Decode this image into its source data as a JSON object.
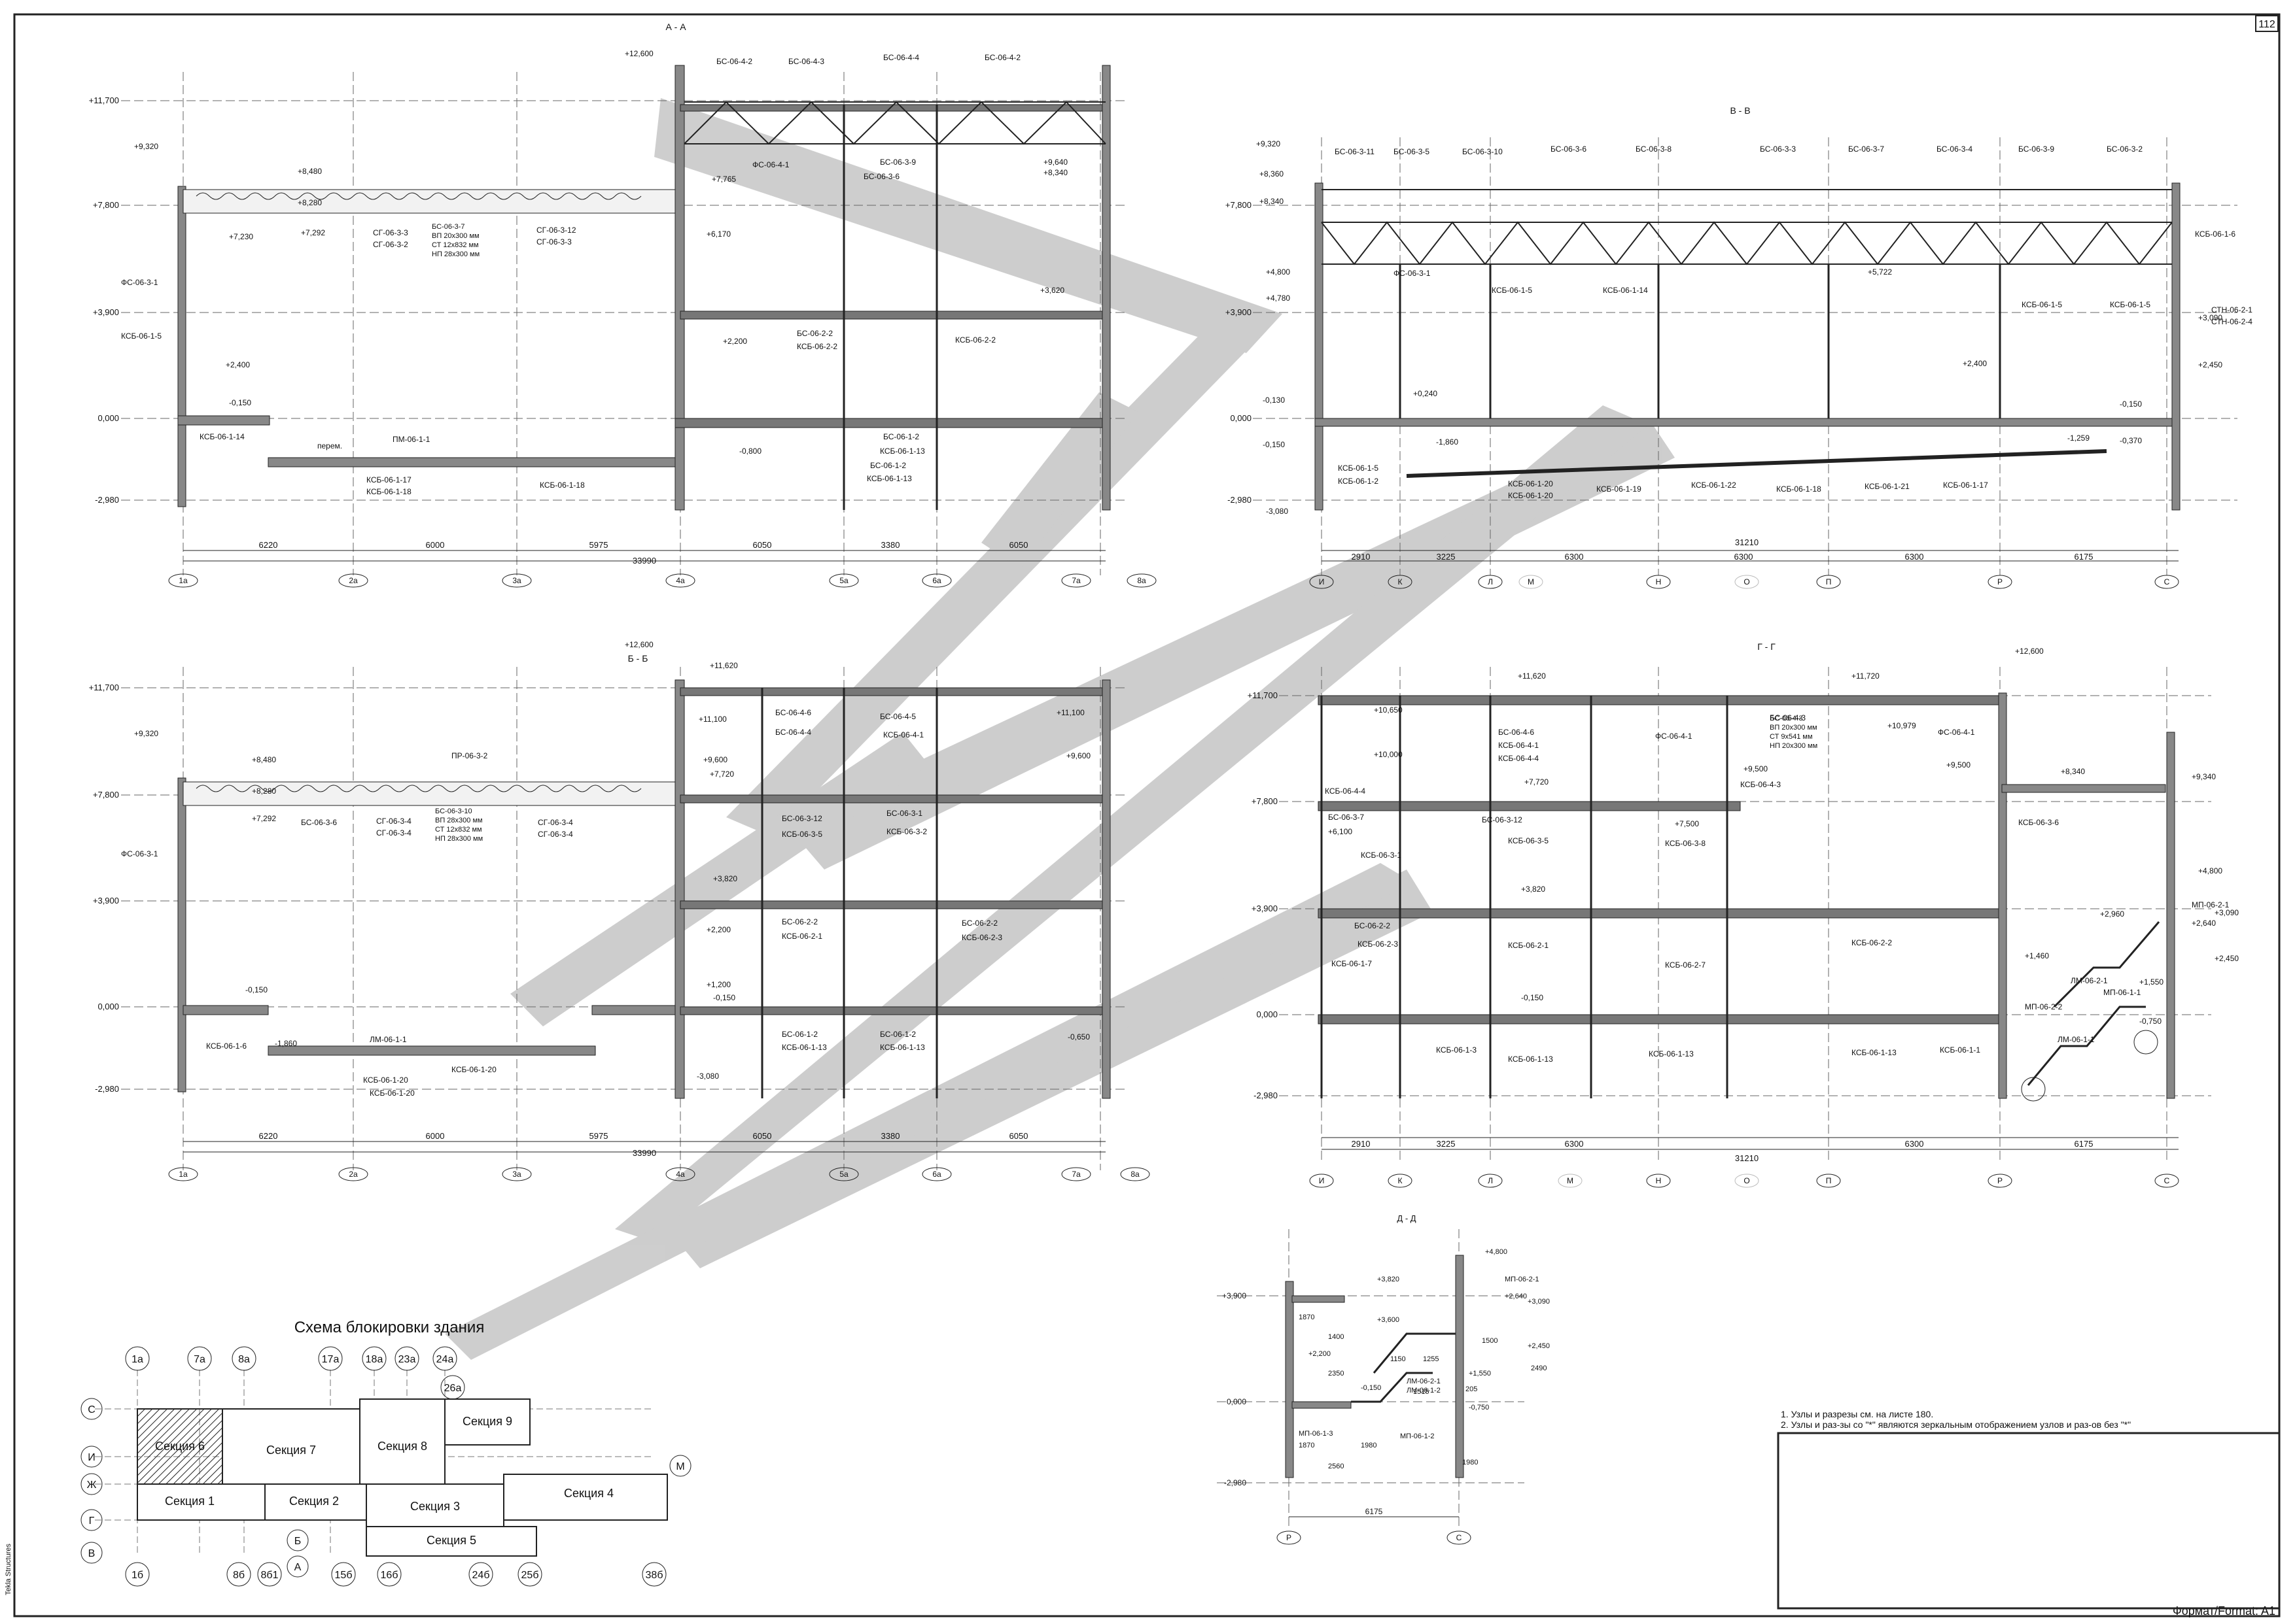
{
  "sheet": {
    "page_number": "112",
    "format_label": "Формат/Format: A1",
    "software_label": "Tekla Structures"
  },
  "sections": {
    "aa": {
      "title": "А - А",
      "levels": [
        "+11,700",
        "+7,800",
        "+3,900",
        "0,000",
        "-2,980"
      ],
      "axes": [
        "1а",
        "2а",
        "3а",
        "4а",
        "5а",
        "6а",
        "7а",
        "8а"
      ],
      "spans": [
        "6220",
        "6000",
        "5975",
        "6050",
        "3380",
        "6050"
      ],
      "total": "33990",
      "marks": [
        "БС-06-4-2",
        "БС-06-4-3",
        "БС-06-4-4",
        "БС-06-4-2",
        "ФС-06-4-1",
        "БС-06-3-9",
        "БС-06-3-6",
        "СГ-06-3-3",
        "СГ-06-3-2",
        "СГ-06-3-12",
        "СГ-06-3-3",
        "ФС-06-3-1",
        "КСБ-06-1-5",
        "КСБ-06-1-14",
        "ПМ-06-1-1",
        "КСБ-06-1-17",
        "КСБ-06-1-18",
        "КСБ-06-1-18",
        "БС-06-2-2",
        "КСБ-06-2-2",
        "КСБ-06-2-2",
        "БС-06-1-2",
        "КСБ-06-1-13",
        "БС-06-1-2",
        "КСБ-06-1-13"
      ],
      "elevations": [
        "+12,600",
        "+9,320",
        "+8,480",
        "+8,280",
        "+7,292",
        "+7,230",
        "+7,765",
        "+6,170",
        "+9,640",
        "+8,340",
        "+3,620",
        "+2,400",
        "+2,200",
        "-0,150",
        "-0,800"
      ],
      "beam_spec": [
        "БС-06-3-7",
        "ВП 20х300 мм",
        "СТ 12х832 мм",
        "НП 28х300 мм"
      ],
      "perem": "перем."
    },
    "bb": {
      "title": "Б - Б",
      "levels": [
        "+11,700",
        "+7,800",
        "+3,900",
        "0,000",
        "-2,980"
      ],
      "axes": [
        "1а",
        "2а",
        "3а",
        "4а",
        "5а",
        "6а",
        "7а",
        "8а"
      ],
      "spans": [
        "6220",
        "6000",
        "5975",
        "6050",
        "3380",
        "6050"
      ],
      "total": "33990",
      "marks": [
        "ПР-06-3-2",
        "БС-06-3-6",
        "СГ-06-3-4",
        "СГ-06-3-4",
        "СГ-06-3-4",
        "СГ-06-3-4",
        "ФС-06-3-1",
        "КСБ-06-1-6",
        "ЛМ-06-1-1",
        "КСБ-06-1-20",
        "КСБ-06-1-20",
        "КСБ-06-1-20",
        "БС-06-4-6",
        "БС-06-4-4",
        "БС-06-4-5",
        "КСБ-06-4-1",
        "БС-06-3-12",
        "КСБ-06-3-5",
        "БС-06-3-1",
        "КСБ-06-3-2",
        "БС-06-2-2",
        "КСБ-06-2-1",
        "БС-06-2-2",
        "КСБ-06-2-3",
        "БС-06-1-2",
        "КСБ-06-1-13",
        "БС-06-1-2",
        "КСБ-06-1-13"
      ],
      "elevations": [
        "+12,600",
        "+11,620",
        "+11,100",
        "+11,100",
        "+9,600",
        "+9,600",
        "+7,720",
        "+9,320",
        "+8,480",
        "+8,280",
        "+7,292",
        "+3,820",
        "+2,200",
        "+1,200",
        "-0,150",
        "-0,150",
        "-0,650",
        "-1,860",
        "-3,080"
      ],
      "beam_spec": [
        "БС-06-3-10",
        "ВП 28х300 мм",
        "СТ 12х832 мм",
        "НП 28х300 мм"
      ]
    },
    "vv": {
      "title": "В - В",
      "levels": [
        "+7,800",
        "+3,900",
        "0,000",
        "-2,980"
      ],
      "axes": [
        "И",
        "К",
        "Л",
        "М",
        "Н",
        "О",
        "П",
        "Р",
        "С"
      ],
      "spans": [
        "2910",
        "3225",
        "6300",
        "6300",
        "6300",
        "6175"
      ],
      "total": "31210",
      "marks": [
        "БС-06-3-11",
        "БС-06-3-5",
        "БС-06-3-10",
        "БС-06-3-6",
        "БС-06-3-8",
        "БС-06-3-3",
        "БС-06-3-7",
        "БС-06-3-4",
        "БС-06-3-9",
        "БС-06-3-2",
        "ФС-06-3-1",
        "КСБ-06-1-5",
        "КСБ-06-1-14",
        "КСБ-06-1-5",
        "КСБ-06-1-5",
        "КСБ-06-1-6",
        "СТН-06-2-1",
        "СТН-06-2-4",
        "КСБ-06-1-5",
        "КСБ-06-1-2",
        "КСБ-06-1-20",
        "КСБ-06-1-20",
        "КСБ-06-1-19",
        "КСБ-06-1-22",
        "КСБ-06-1-18",
        "КСБ-06-1-21",
        "КСБ-06-1-17"
      ],
      "elevations": [
        "+9,320",
        "+8,360",
        "+8,340",
        "+5,722",
        "+4,800",
        "+4,780",
        "+3,090",
        "+2,450",
        "+2,400",
        "+0,240",
        "-0,130",
        "-0,150",
        "-0,150",
        "-0,370",
        "-1,860",
        "-1,259",
        "-3,080"
      ]
    },
    "gg": {
      "title": "Г - Г",
      "levels": [
        "+11,700",
        "+7,800",
        "+3,900",
        "0,000",
        "-2,980"
      ],
      "axes": [
        "И",
        "К",
        "Л",
        "М",
        "Н",
        "О",
        "П",
        "Р",
        "С"
      ],
      "spans": [
        "2910",
        "3225",
        "6300",
        "6300",
        "6175"
      ],
      "total": "31210",
      "marks": [
        "БС-06-4-6",
        "КСБ-06-4-1",
        "КСБ-06-4-4",
        "БС-06-4-3",
        "ФС-06-4-1",
        "КСБ-06-4-3",
        "ФС-06-4-1",
        "КСБ-06-4-4",
        "БС-06-3-7",
        "БС-06-3-12",
        "КСБ-06-3-5",
        "КСБ-06-3-8",
        "КСБ-06-3-1",
        "КСБ-06-3-6",
        "БС-06-2-2",
        "КСБ-06-2-3",
        "КСБ-06-1-7",
        "КСБ-06-2-1",
        "КСБ-06-2-7",
        "КСБ-06-2-2",
        "КСБ-06-1-3",
        "КСБ-06-1-13",
        "КСБ-06-1-13",
        "КСБ-06-1-13",
        "КСБ-06-1-1",
        "МП-06-2-1",
        "ЛМ-06-2-1",
        "МП-06-2-2",
        "МП-06-1-1",
        "ЛМ-06-1-1"
      ],
      "elevations": [
        "+12,600",
        "+11,620",
        "+11,720",
        "+10,650",
        "+10,979",
        "+10,000",
        "+9,500",
        "+9,500",
        "+9,340",
        "+8,340",
        "+7,720",
        "+7,500",
        "+6,100",
        "+4,800",
        "+3,820",
        "+3,090",
        "+2,960",
        "+2,640",
        "+2,450",
        "+1,460",
        "+1,550",
        "-0,150",
        "-0,750"
      ],
      "beam_spec": [
        "БС-06-4-3",
        "ВП 20х300 мм",
        "СТ 9х541 мм",
        "НП 20х300 мм"
      ]
    },
    "dd": {
      "title": "Д - Д",
      "levels": [
        "+3,900",
        "0,000",
        "-2,980"
      ],
      "axes": [
        "Р",
        "С"
      ],
      "total": "6175",
      "marks": [
        "МП-06-2-1",
        "ЛМ-06-2-1",
        "ЛМ-06-1-2",
        "МП-06-1-3",
        "МП-06-1-2"
      ],
      "elevations": [
        "+4,800",
        "+3,820",
        "+3,600",
        "+3,090",
        "+2,640",
        "+2,450",
        "+2,200",
        "+1,550",
        "-0,150",
        "-0,750"
      ],
      "dims": [
        "1870",
        "1400",
        "1150",
        "1255",
        "1500",
        "1515",
        "205",
        "1980",
        "2490",
        "1870",
        "1980",
        "2560",
        "2350"
      ]
    }
  },
  "block_scheme": {
    "title": "Схема блокировки здания",
    "axis_labels_top": [
      "1а",
      "7а",
      "8а",
      "17а",
      "18а",
      "23а",
      "24а",
      "26а"
    ],
    "axis_labels_bottom": [
      "1б",
      "8б",
      "8б1",
      "15б",
      "16б",
      "24б",
      "25б",
      "38б"
    ],
    "row_labels": [
      "С",
      "И",
      "Ж",
      "Г",
      "В",
      "Б",
      "А",
      "М"
    ],
    "sections": [
      "Секция 6",
      "Секция 7",
      "Секция 8",
      "Секция 9",
      "Секция 1",
      "Секция 2",
      "Секция 3",
      "Секция 4",
      "Секция 5"
    ]
  },
  "notes": [
    "1. Узлы и разрезы см. на листе 180.",
    "2. Узлы и раз-зы со \"*\" являются зеркальным отображением узлов и раз-ов без \"*\""
  ]
}
